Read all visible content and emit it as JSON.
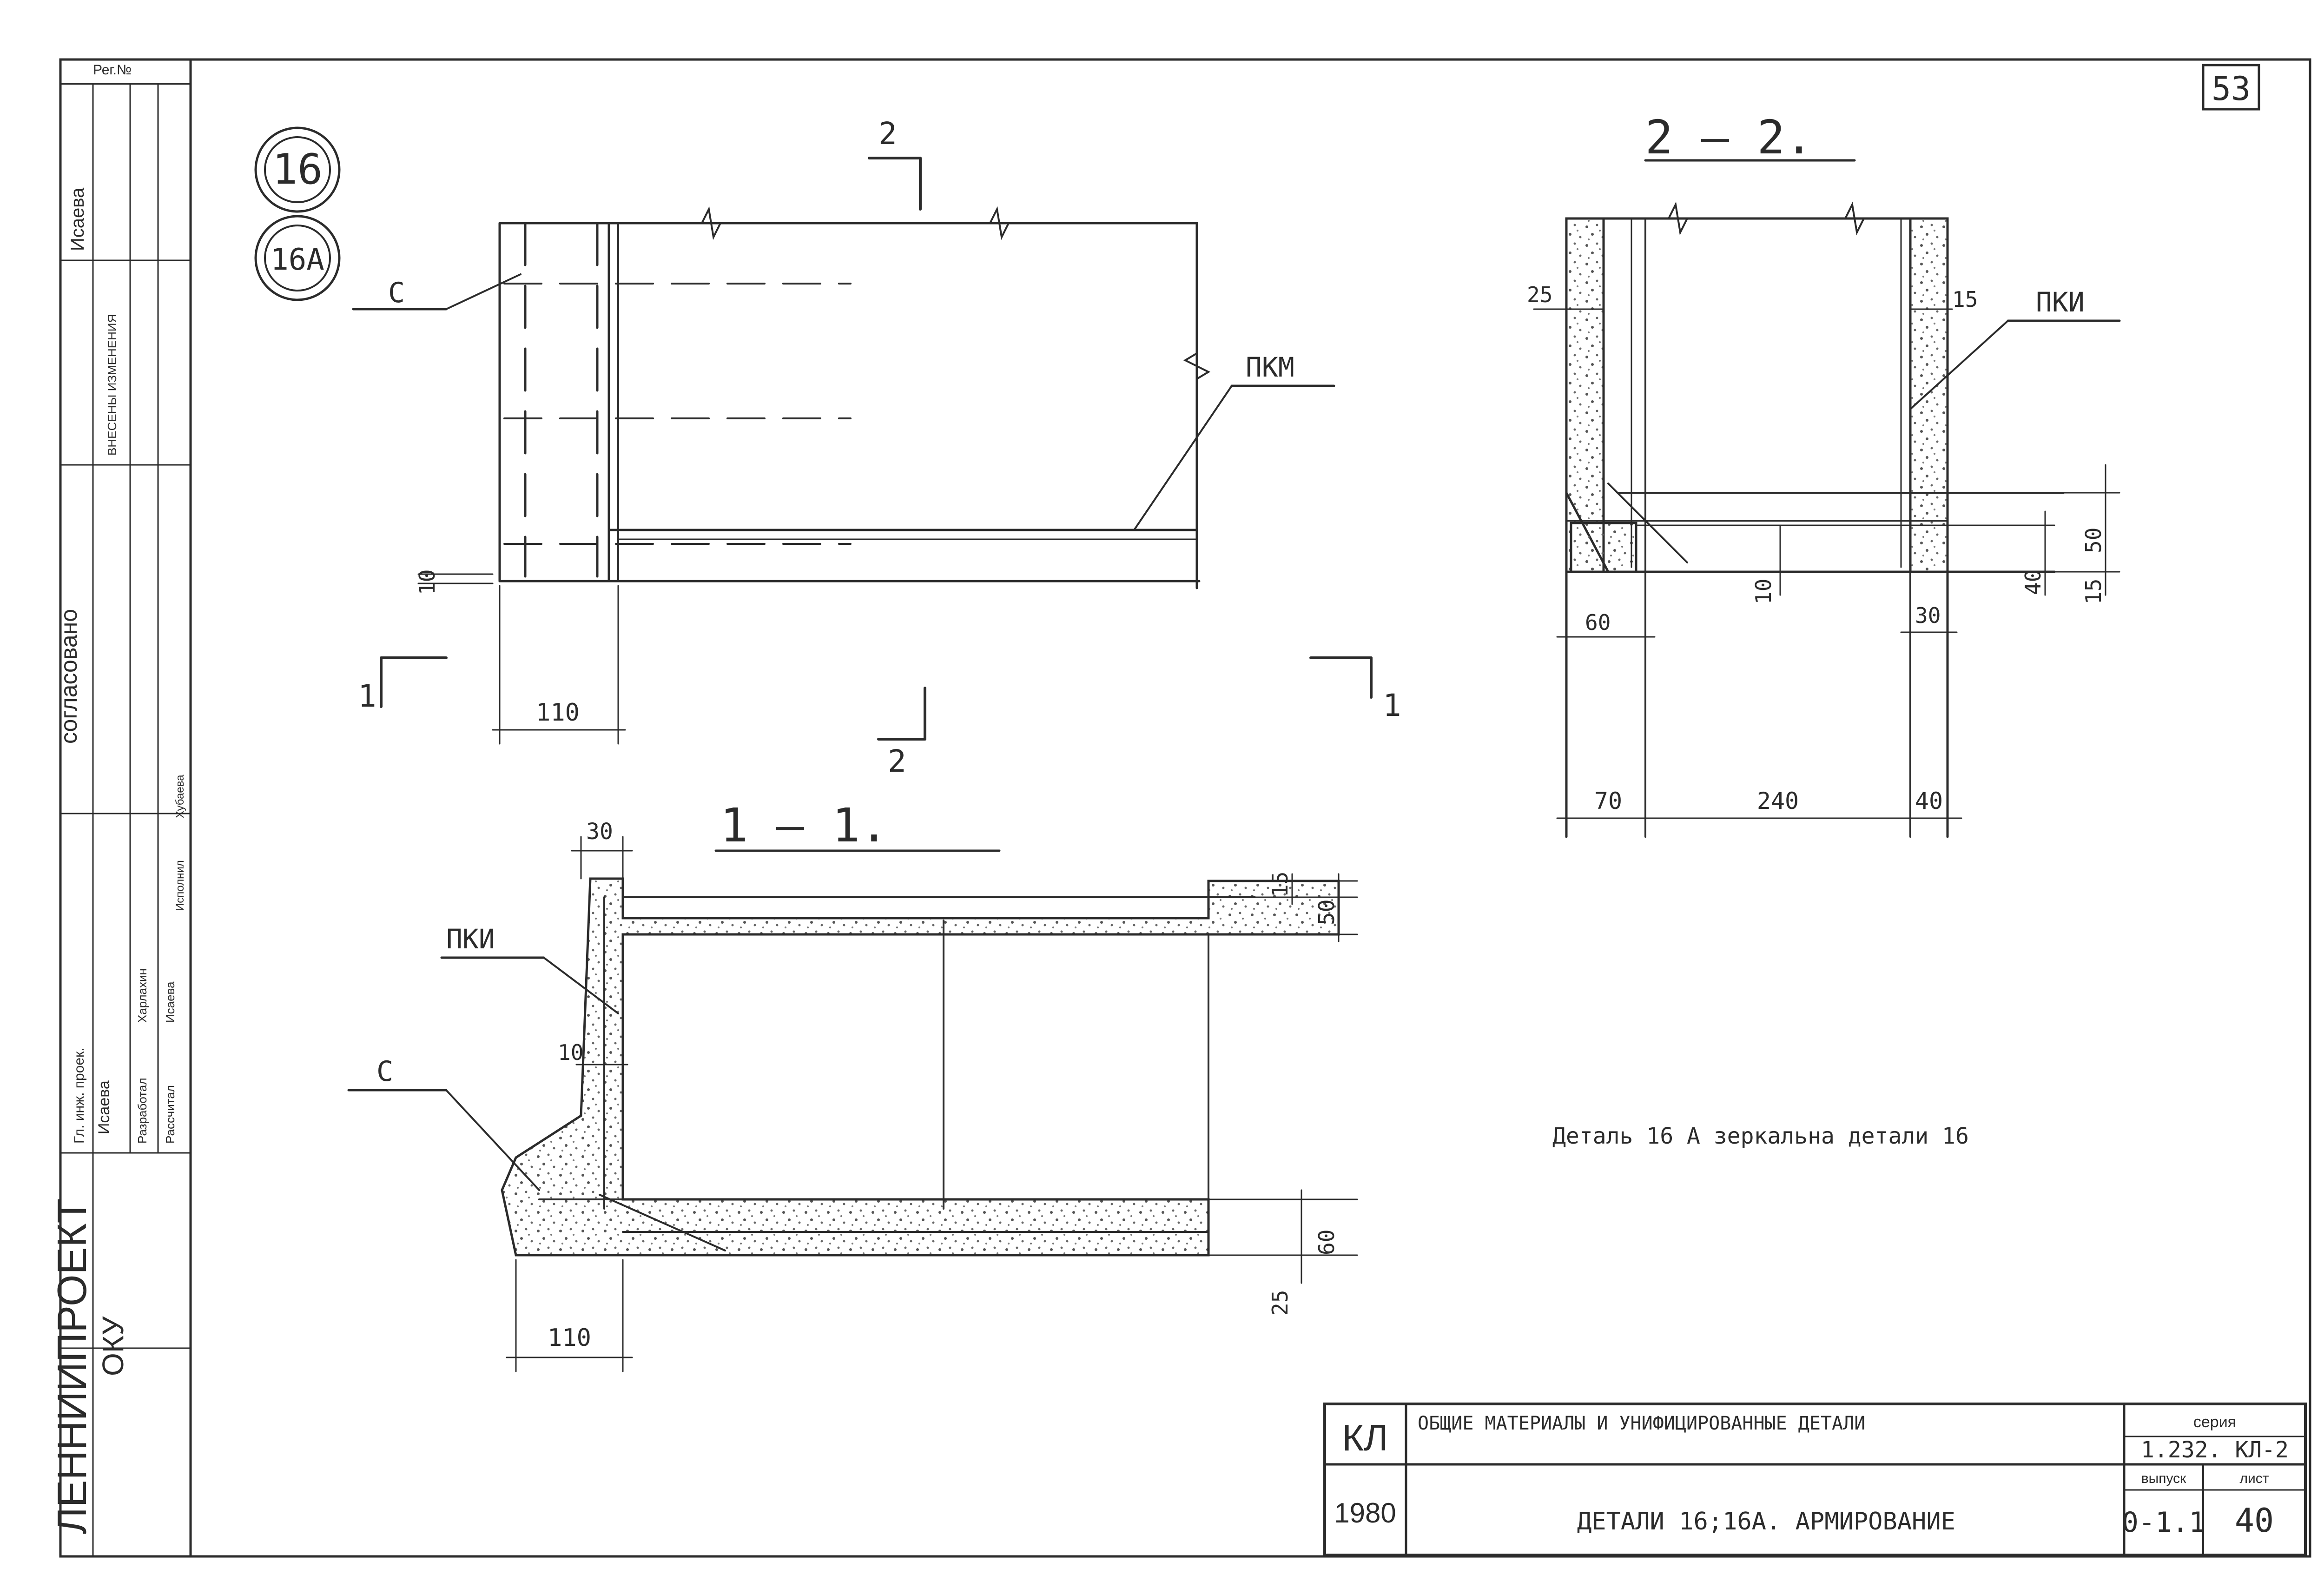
{
  "sheet": {
    "page_number": "53",
    "reg_label": "Рег.№"
  },
  "detail_marks": {
    "primary": "16",
    "mirror": "16A"
  },
  "plan_view": {
    "label_c": "С",
    "label_pkm": "ПКМ",
    "dim_10": "10",
    "dim_110": "110",
    "cut_1_left": "1",
    "cut_1_right": "1",
    "cut_2_top": "2",
    "cut_2_bottom": "2"
  },
  "section_1_1": {
    "title": "1 — 1.",
    "dim_30": "30",
    "dim_15": "15",
    "dim_50": "50",
    "label_pkm": "ПКИ",
    "dim_10": "10",
    "label_c": "С",
    "dim_60": "60",
    "dim_25": "25",
    "dim_110": "110"
  },
  "section_2_2": {
    "title": "2 — 2.",
    "dim_25": "25",
    "dim_15_top": "15",
    "label_pkm": "ПКИ",
    "dim_50": "50",
    "dim_10": "10",
    "dim_40_right": "40",
    "dim_15_right": "15",
    "dim_60": "60",
    "dim_30": "30",
    "dim_70": "70",
    "dim_240": "240",
    "dim_40_bottom": "40"
  },
  "note": "Деталь 16 А зеркальна детали 16",
  "title_block": {
    "org_code": "КЛ",
    "year": "1980",
    "series_title": "ОБЩИЕ МАТЕРИАЛЫ И УНИФИЦИРОВАННЫЕ ДЕТАЛИ",
    "sheet_title": "ДЕТАЛИ 16;16А. АРМИРОВАНИЕ",
    "series_label": "серия",
    "series_value": "1.232. КЛ-2",
    "issue_label": "выпуск",
    "issue_value": "0-1.1",
    "sheet_label": "лист",
    "sheet_value": "40"
  },
  "side_stamp": {
    "institute": "ЛЕННИИПРОЕКТ",
    "dept": "ОКУ",
    "agreed": "согласовано",
    "head_label": "Гл. инж. проек.",
    "head_name": "Исаева",
    "eng_name": "Исаева",
    "changes": "ВНЕСЕНЫ ИЗМЕНЕНИЯ",
    "developed_label": "Разработал",
    "checked_label": "Рассчитал",
    "done_label": "Исполнил",
    "name_a": "Харлахин",
    "name_b": "Исаева",
    "name_c": "Хубаева"
  }
}
